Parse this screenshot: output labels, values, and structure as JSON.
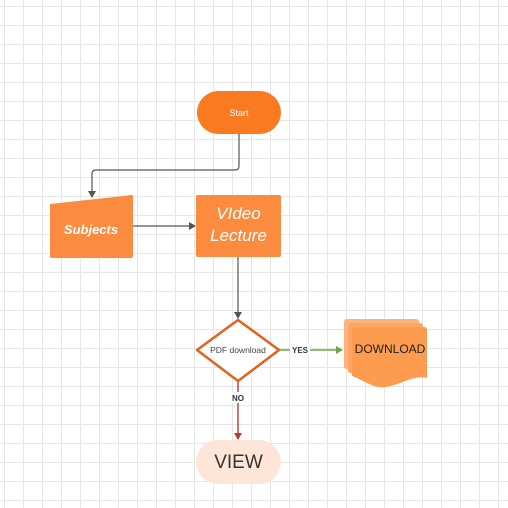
{
  "diagram": {
    "start": {
      "label": "Start",
      "color": "#f97a20"
    },
    "subjects": {
      "label": "Subjects",
      "color": "#fb8b3e"
    },
    "video_lecture": {
      "line1": "VIdeo",
      "line2": "Lecture",
      "color": "#fb8b3e"
    },
    "decision": {
      "label": "PDF download",
      "border_color": "#e2621b"
    },
    "download": {
      "label": "DOWNLOAD",
      "color": "#fd9b4f"
    },
    "view": {
      "label": "VIEW",
      "color": "#fde6d8"
    },
    "edges": {
      "yes_label": "YES",
      "no_label": "NO",
      "yes_color": "#6aa84f",
      "no_color": "#b93a32",
      "default_color": "#555555"
    }
  }
}
